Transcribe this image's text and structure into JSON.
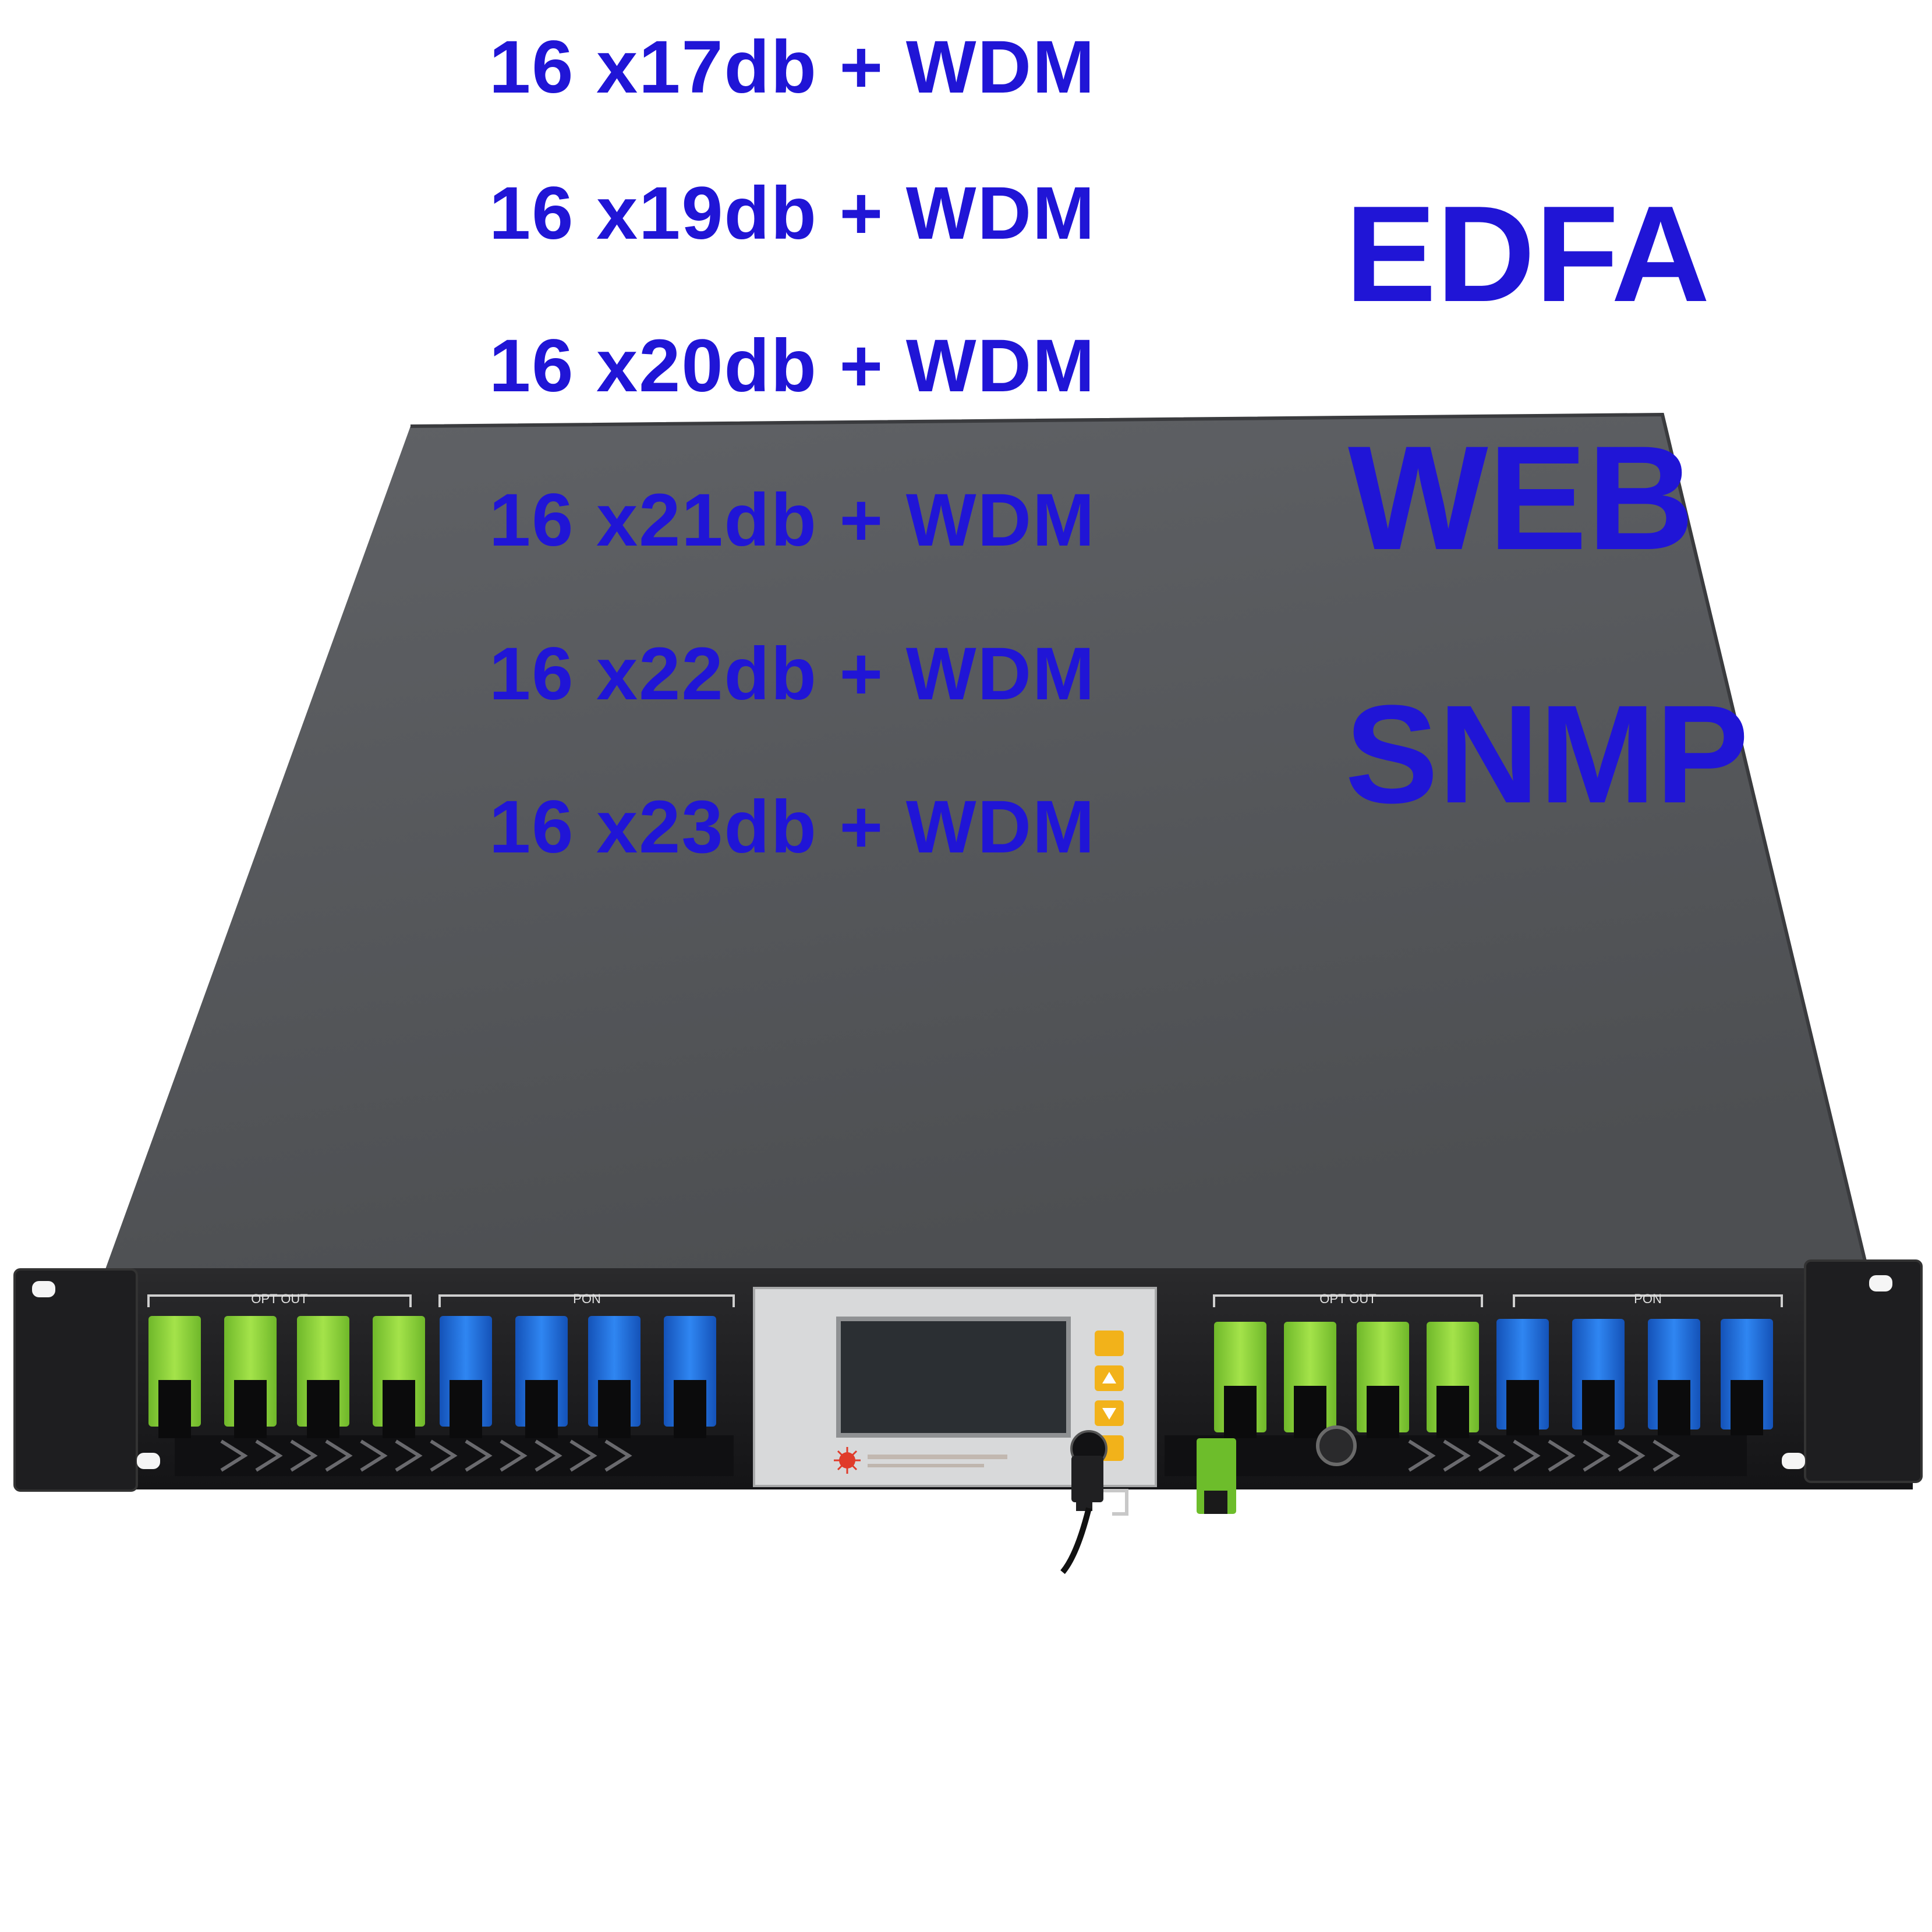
{
  "specs": [
    "16 x17db + WDM",
    "16 x19db + WDM",
    "16 x20db + WDM",
    "16 x21db + WDM",
    "16 x22db + WDM",
    "16 x23db + WDM"
  ],
  "features": [
    "EDFA",
    "WEB",
    "SNMP"
  ],
  "panel_labels": {
    "left_opt_out": "OPT OUT",
    "left_pon": "PON",
    "right_opt_out": "OPT OUT",
    "right_pon": "PON"
  },
  "colors": {
    "text_blue": "#2015d6",
    "chassis_top": "#595b5e",
    "front_panel": "#1c1c1e",
    "port_green": "#8fd63a",
    "port_blue": "#1f6fe0",
    "lcd_button": "#f2b21a"
  },
  "icons": {
    "laser_warning": "laser-warning-icon",
    "key": "key-icon",
    "up": "up-arrow-icon",
    "down": "down-arrow-icon"
  }
}
